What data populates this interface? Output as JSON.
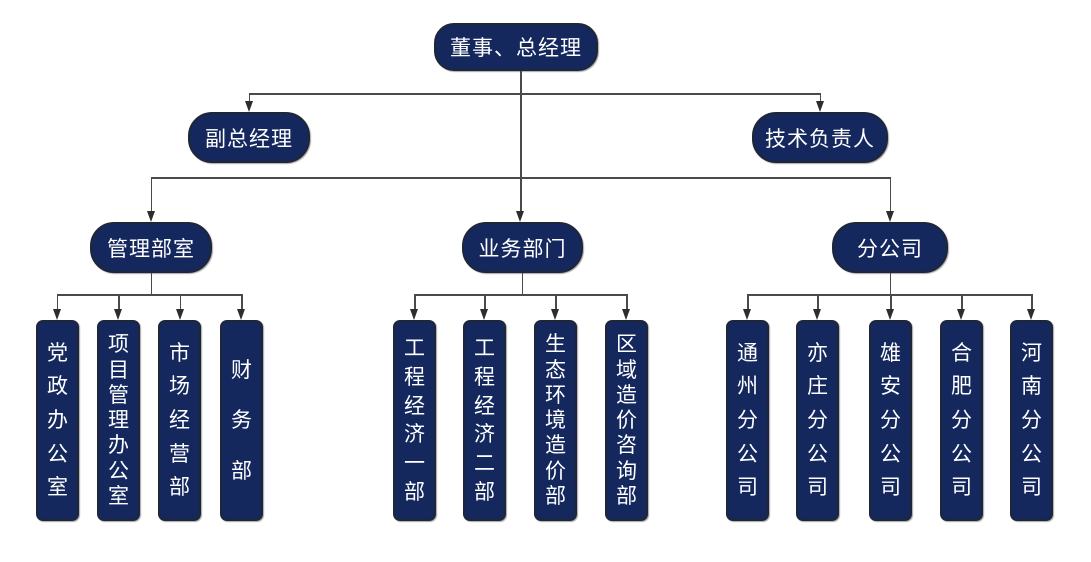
{
  "org": {
    "root": {
      "label": "董事、总经理"
    },
    "level2": [
      {
        "label": "副总经理"
      },
      {
        "label": "技术负责人"
      }
    ],
    "level3": [
      {
        "label": "管理部室"
      },
      {
        "label": "业务部门"
      },
      {
        "label": "分公司"
      }
    ],
    "management_children": [
      "党政办公室",
      "项目管理办公室",
      "市场经营部",
      "财务部"
    ],
    "business_children": [
      "工程经济一部",
      "工程经济二部",
      "生态环境造价部",
      "区域造价咨询部"
    ],
    "branch_children": [
      "通州分公司",
      "亦庄分公司",
      "雄安分公司",
      "合肥分公司",
      "河南分公司"
    ],
    "colors": {
      "box_fill": "#14285E",
      "box_border": "#1F2638",
      "text": "#FFFFFF",
      "connector": "#4A4A4A",
      "background": "#FFFFFF"
    }
  }
}
